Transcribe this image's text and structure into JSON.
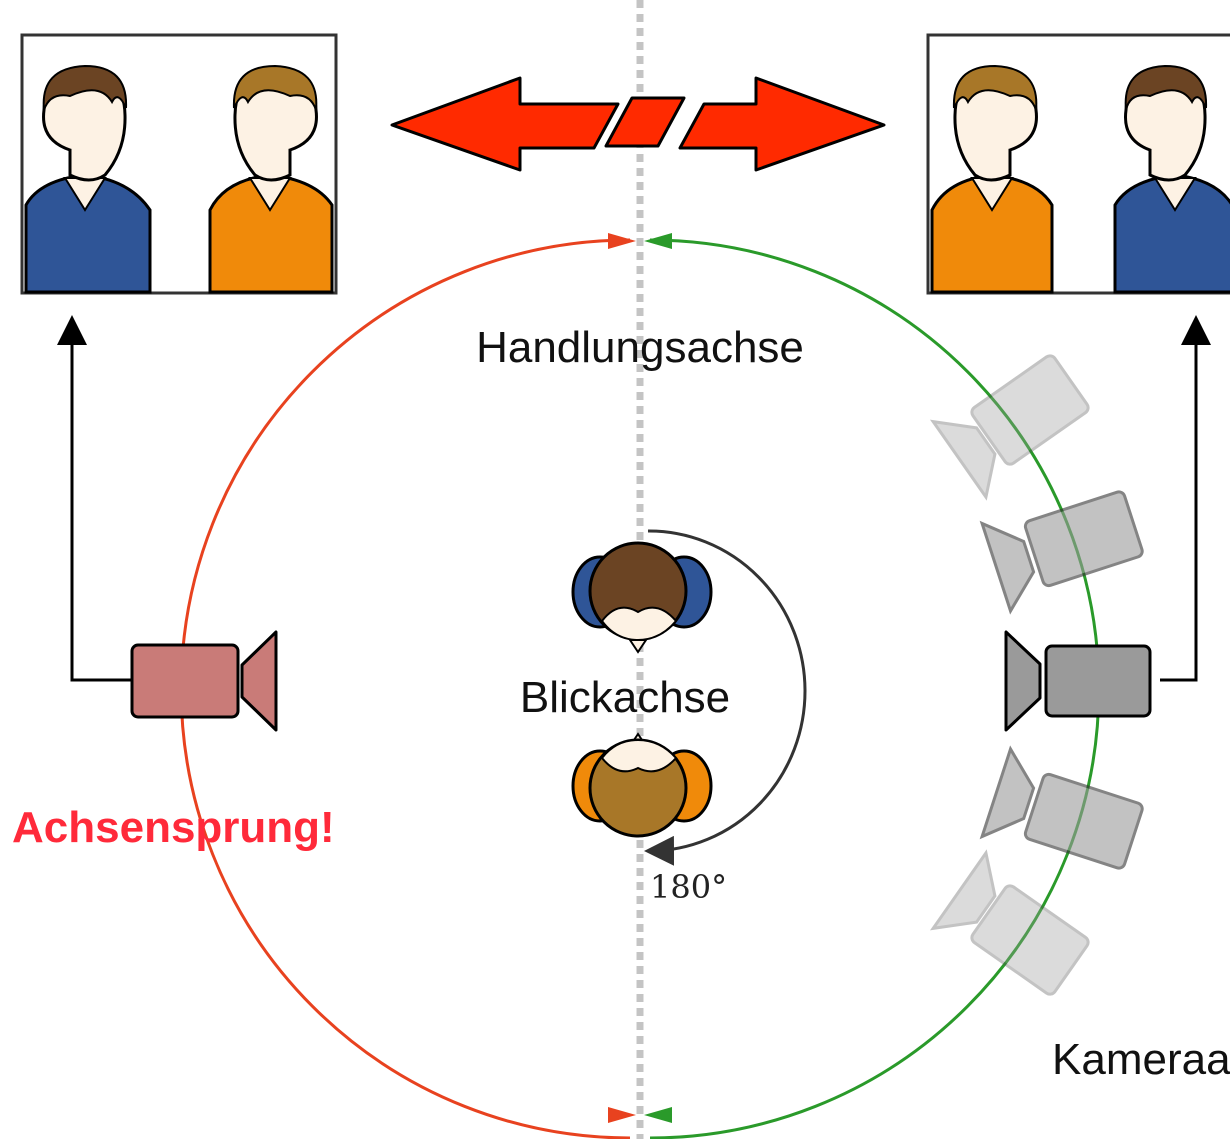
{
  "labels": {
    "action_axis": "Handlungsachse",
    "gaze_axis": "Blickachse",
    "axis_jump": "Achsensprung!",
    "rotation": "180°",
    "camera_axis": "Kameraa"
  },
  "colors": {
    "forbidden": "#e8421f",
    "allowed": "#2a9a2a",
    "warning_text": "#ff2a3a",
    "bad_camera": "#c97b78",
    "good_camera": "#9a9a9a",
    "person_blue": "#2f5597",
    "person_orange": "#f08a0a",
    "hair_dark": "#6b4423",
    "hair_light": "#a87728"
  },
  "icons": [
    "video-camera-icon",
    "person-icon",
    "head-topview-icon",
    "double-arrow-crossed-icon"
  ]
}
